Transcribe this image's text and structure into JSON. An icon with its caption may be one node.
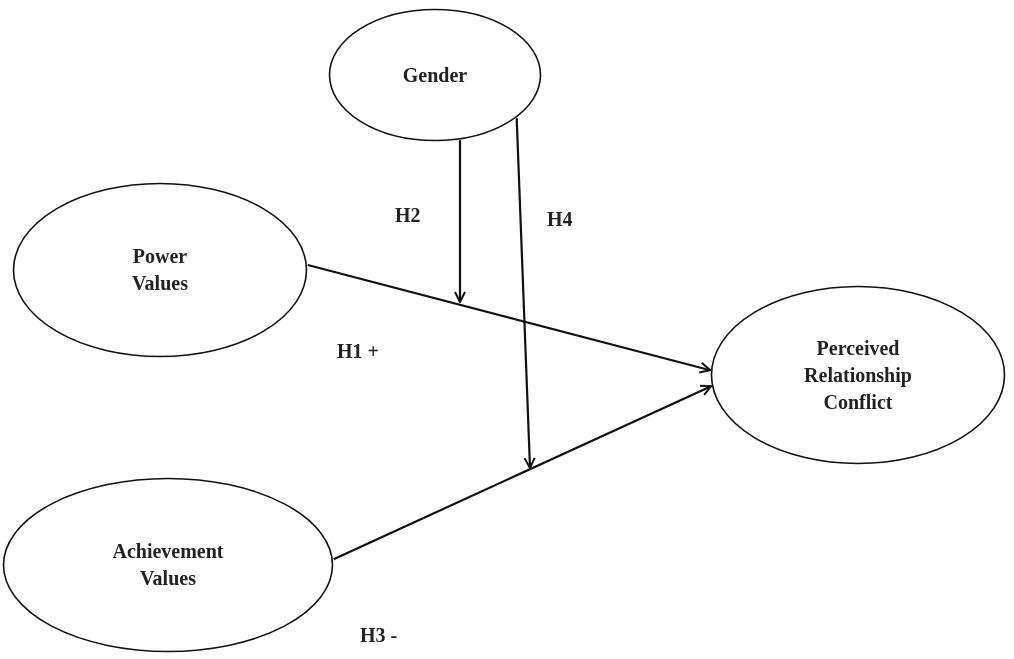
{
  "diagram": {
    "nodes": [
      {
        "text": [
          "Gender"
        ]
      },
      {
        "text": [
          "Power Values"
        ]
      },
      {
        "text": [
          "Perceived Relationship Conflict"
        ]
      },
      {
        "text": [
          "Achievement Values"
        ]
      }
    ],
    "edges": [
      {
        "from": 1,
        "to": 2,
        "arrow": "to",
        "label": "H1 +"
      },
      {
        "from": 3,
        "to": 2,
        "arrow": "to",
        "label": "H3 -"
      },
      {
        "from": 0,
        "to": null,
        "arrow": "to",
        "label": "H2"
      },
      {
        "from": 0,
        "to": null,
        "arrow": "to",
        "label": "H4"
      }
    ]
  }
}
